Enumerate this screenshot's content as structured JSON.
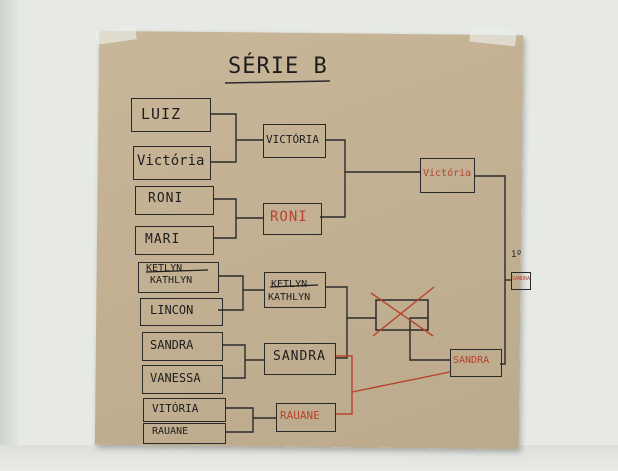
{
  "sheet": {
    "title": "SÉRIE B"
  },
  "round1": [
    "LUIZ",
    "Victória",
    "RONI",
    "MARI",
    "KETLYN",
    "KATHLYN",
    "LINCON",
    "SANDRA",
    "VANESSA",
    "VITÓRIA",
    "RAUANE"
  ],
  "round2": [
    "VICTÓRIA",
    "RONI",
    "KETLYN",
    "KATHLYN",
    "SANDRA",
    "RAUANE"
  ],
  "round3": [
    "Victória",
    "SANDRA"
  ],
  "final": {
    "place_label": "1º",
    "winner": "SANDRA"
  },
  "colors": {
    "ink": "#1e1e1e",
    "red_ink": "#b8422e",
    "paper": "#c3b093"
  }
}
